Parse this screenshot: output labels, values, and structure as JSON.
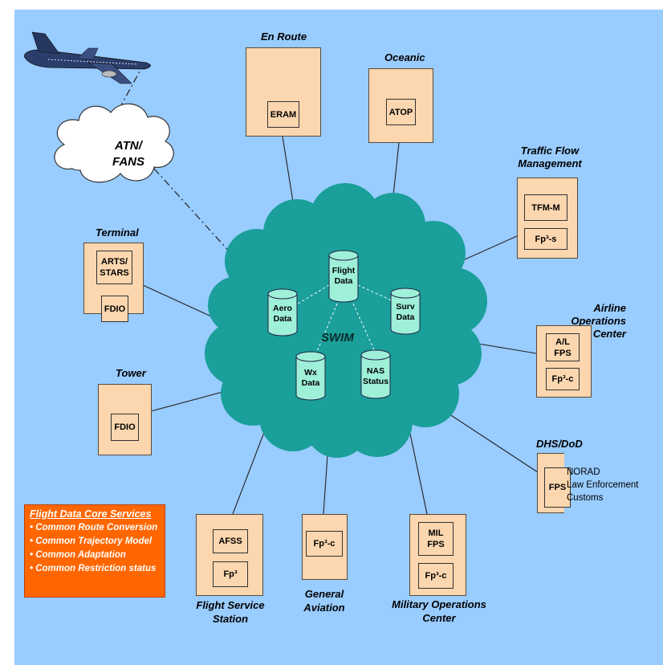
{
  "nodes": {
    "en_route": {
      "title": "En Route",
      "systems": [
        "ERAM"
      ]
    },
    "oceanic": {
      "title": "Oceanic",
      "systems": [
        "ATOP"
      ]
    },
    "tfm": {
      "title": "Traffic Flow\nManagement",
      "systems": [
        "TFM-M",
        "Fp³-s"
      ]
    },
    "terminal": {
      "title": "Terminal",
      "systems": [
        "ARTS/\nSTARS",
        "FDIO"
      ]
    },
    "airline_ops": {
      "title": "Airline Operations\nCenter",
      "systems": [
        "A/L\nFPS",
        "Fp³-c"
      ]
    },
    "tower": {
      "title": "Tower",
      "systems": [
        "FDIO"
      ]
    },
    "dhs_dod": {
      "title": "DHS/DoD",
      "systems": [
        "FPS"
      ],
      "note": [
        "NORAD",
        "Law Enforcement",
        "Customs"
      ]
    },
    "flight_service": {
      "title": "Flight Service\nStation",
      "systems": [
        "AFSS",
        "Fp³"
      ]
    },
    "general_aviation": {
      "title": "General\nAviation",
      "systems": [
        "Fp³-c"
      ]
    },
    "military_ops": {
      "title": "Military Operations\nCenter",
      "systems": [
        "MIL\nFPS",
        "Fp³-c"
      ]
    }
  },
  "network": {
    "label": "SWIM",
    "atn_label": "ATN/\nFANS",
    "databases": {
      "flight": "Flight\nData",
      "aero": "Aero\nData",
      "surv": "Surv\nData",
      "wx": "Wx\nData",
      "nas": "NAS\nStatus"
    }
  },
  "core_services": {
    "title": "Flight Data Core Services",
    "items": [
      "• Common Route Conversion",
      "• Common Trajectory Model",
      "• Common Adaptation",
      "• Common Restriction status"
    ]
  },
  "colors": {
    "background": "#99ccff",
    "cloud": "#1a9f9a",
    "box": "#fbd6ae",
    "database": "#9ff0d8",
    "core_services": "#ff6600"
  },
  "icons": {
    "aircraft": "aircraft-icon"
  }
}
